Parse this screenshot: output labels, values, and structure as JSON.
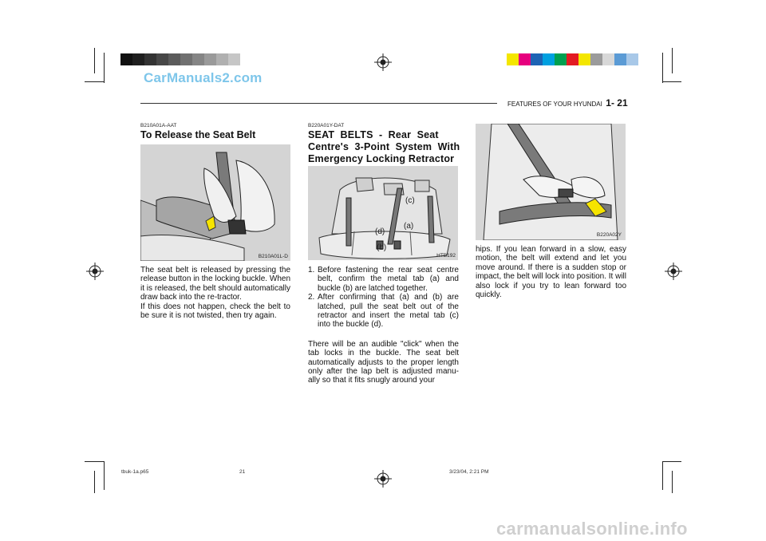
{
  "watermarks": {
    "top": "CarManuals2.com",
    "bottom": "carmanualsonline.info"
  },
  "colors": {
    "left_bar": [
      "#111111",
      "#1f1f1f",
      "#333333",
      "#474747",
      "#5b5b5b",
      "#707070",
      "#858585",
      "#9a9a9a",
      "#b0b0b0",
      "#c6c6c6"
    ],
    "right_bar": [
      "#f4e600",
      "#e6007e",
      "#1d63b4",
      "#00a0e0",
      "#00a050",
      "#e31b23",
      "#f4e600",
      "#9b9b9b",
      "#d8d8d8",
      "#5b9bd5",
      "#a8c8e8"
    ]
  },
  "header": {
    "running_title": "FEATURES OF YOUR HYUNDAI",
    "page_number": "1- 21"
  },
  "left_section": {
    "code": "B210A01A-AAT",
    "title": "To Release the Seat Belt",
    "figure_label": "B210A01L-D",
    "paragraph1": "The seat belt is released by pressing the release button in the locking buckle. When it is released, the belt should automatically draw back into the re-tractor.",
    "paragraph2": "If this does not happen, check the belt to be sure it is not twisted, then try again."
  },
  "middle_section": {
    "code": "B220A01Y-DAT",
    "title_line1": "SEAT  BELTS  -  Rear  Seat",
    "title_line2": "Centre's  3-Point  System  With",
    "title_line3": "Emergency Locking Retractor",
    "figure_label": "HTB192",
    "callouts": [
      "(c)",
      "(a)",
      "(d)",
      "(b)"
    ],
    "steps": [
      {
        "num": "1.",
        "text": "Before fastening the rear seat centre belt, confirm the metal tab (a) and buckle (b) are latched together."
      },
      {
        "num": "2.",
        "text": "After confirming that (a) and (b) are latched, pull the seat belt out of the retractor and insert the metal tab (c) into the buckle (d)."
      }
    ],
    "paragraph": "There will be an audible \"click\" when the tab locks in the buckle. The seat belt automatically adjusts to the proper length only after the lap belt is adjusted manu-ally so that it fits snugly around your"
  },
  "right_section": {
    "figure_label": "B220A02Y",
    "paragraph": "hips. If you lean forward in a slow, easy motion, the belt will extend and let you move around. If there is a sudden stop or impact, the belt will lock into position. It will also lock if you try to lean forward too quickly."
  },
  "footer": {
    "file": "tbuk-1a.p65",
    "page": "21",
    "timestamp": "3/23/04, 2:21 PM"
  }
}
